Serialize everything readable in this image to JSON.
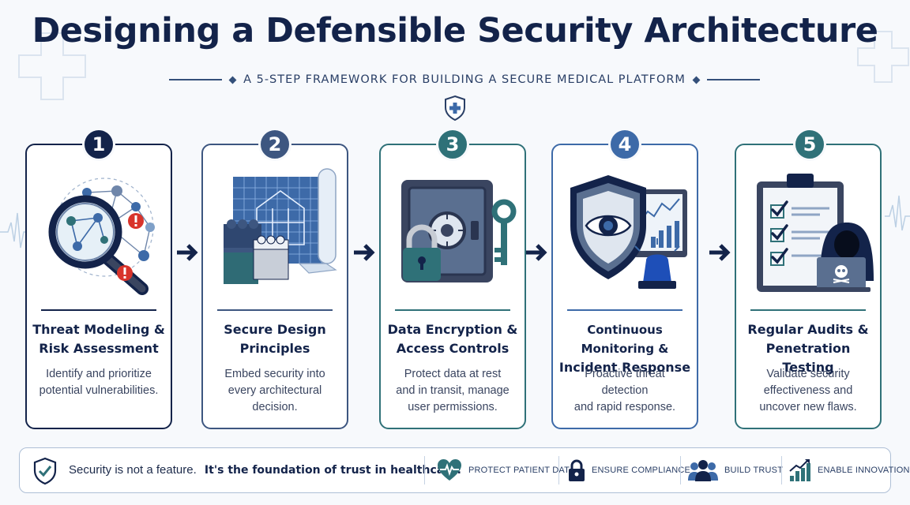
{
  "header": {
    "title": "Designing a Defensible Security Architecture",
    "subtitle": "A 5-STEP FRAMEWORK FOR BUILDING A SECURE MEDICAL PLATFORM"
  },
  "steps": [
    {
      "number": "1",
      "title_line1": "Threat Modeling &",
      "title_line2": "Risk Assessment",
      "desc_line1": "Identify and prioritize",
      "desc_line2": "potential vulnerabilities.",
      "desc_line3": "",
      "color": "#13234a",
      "illustration": "magnifier-network-icon"
    },
    {
      "number": "2",
      "title_line1": "Secure Design",
      "title_line2": "Principles",
      "desc_line1": "Embed security into",
      "desc_line2": "every architectural",
      "desc_line3": "decision.",
      "color": "#3d5680",
      "illustration": "blueprint-blocks-icon"
    },
    {
      "number": "3",
      "title_line1": "Data Encryption &",
      "title_line2": "Access Controls",
      "desc_line1": "Protect data at rest",
      "desc_line2": "and in transit, manage",
      "desc_line3": "user permissions.",
      "color": "#2f7178",
      "illustration": "vault-lock-key-icon"
    },
    {
      "number": "4",
      "title_line1": "Continuous Monitoring &",
      "title_line2": "Incident Response",
      "desc_line1": "Proactive threat detection",
      "desc_line2": "and rapid response.",
      "desc_line3": "",
      "color": "#3d6aa8",
      "illustration": "shield-eye-alarm-icon"
    },
    {
      "number": "5",
      "title_line1": "Regular Audits &",
      "title_line2": "Penetration Testing",
      "desc_line1": "Validate security",
      "desc_line2": "effectiveness and",
      "desc_line3": "uncover new flaws.",
      "color": "#2f7178",
      "illustration": "checklist-hacker-icon"
    }
  ],
  "footer": {
    "statement_plain": "Security is not a feature.",
    "statement_bold": "It's the foundation of trust in healthcare.",
    "pillars": [
      {
        "label": "PROTECT PATIENT DATA",
        "icon": "heart-pulse-icon"
      },
      {
        "label": "ENSURE COMPLIANCE",
        "icon": "padlock-icon"
      },
      {
        "label": "BUILD TRUST",
        "icon": "people-icon"
      },
      {
        "label": "ENABLE INNOVATION",
        "icon": "growth-chart-icon"
      }
    ]
  },
  "colors": {
    "navy": "#13234a",
    "slate_blue": "#3d5680",
    "teal": "#2f7178",
    "blue": "#3d6aa8"
  }
}
